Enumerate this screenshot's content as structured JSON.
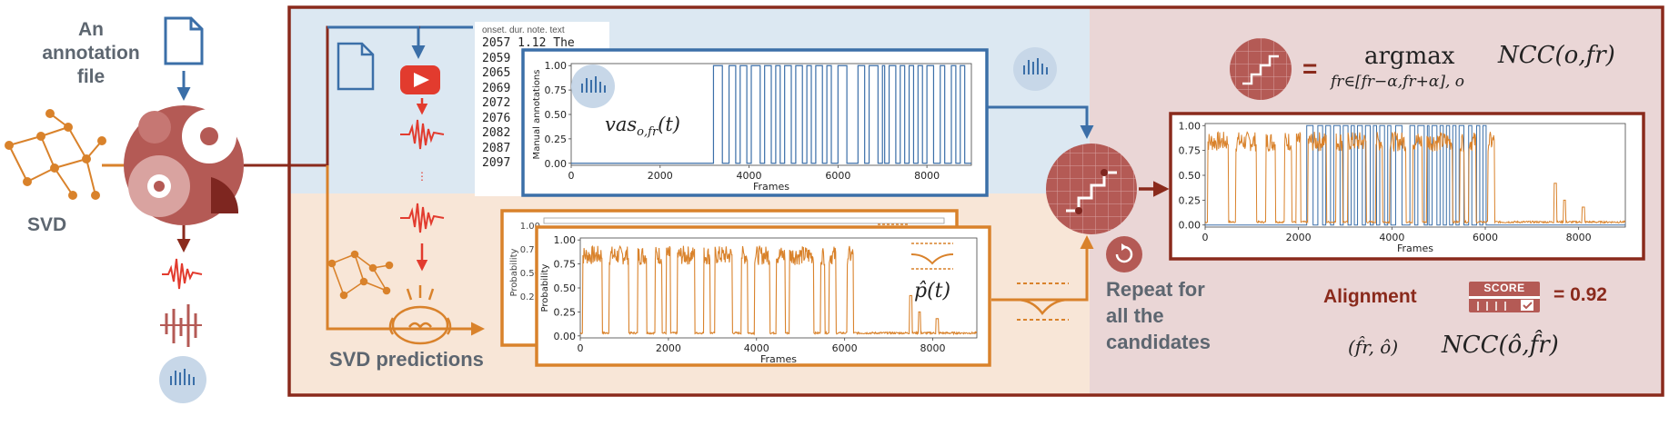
{
  "left": {
    "annotation_file_label": "An\nannotation\nfile",
    "svd_label": "SVD"
  },
  "annotation_table": {
    "header": "onset. dur. note. text",
    "rows": [
      "2057 1.12 The",
      "2059",
      "2065",
      "2069",
      "2072",
      "2076",
      "2082",
      "2087",
      "2097"
    ]
  },
  "vas_plot": {
    "ylabel": "Manual annotations",
    "xlabel": "Frames",
    "yticks": [
      "0.00",
      "0.25",
      "0.50",
      "0.75",
      "1.00"
    ],
    "xticks": [
      "0",
      "2000",
      "4000",
      "6000",
      "8000"
    ],
    "formula": "vas",
    "formula_sub": "o,fr",
    "formula_arg": "(t)"
  },
  "prob_plot": {
    "ylabel": "Probability",
    "xlabel": "Frames",
    "yticks": [
      "0.00",
      "0.25",
      "0.50",
      "0.75",
      "1.00"
    ],
    "xticks": [
      "0",
      "2000",
      "4000",
      "6000",
      "8000"
    ],
    "formula": "p̂(t)",
    "back_ylabel": "Probability",
    "back_yticks": [
      "1.00",
      "0.75",
      "0.50",
      "0.25"
    ]
  },
  "svd_predictions_label": "SVD predictions",
  "repeat_label": "Repeat for\nall the\ncandidates",
  "right": {
    "argmax_word": "argmax",
    "argmax_sub": "fr∈[fr−α,fr+α],  o",
    "ncc": "NCC(o,fr)",
    "equals": "=",
    "alignment_label": "Alignment",
    "score_badge": "SCORE",
    "score_value": "= 0.92",
    "result_tuple": "(f̂r, ô)",
    "result_ncc": "NCC(ô,f̂r)"
  },
  "overlay_plot": {
    "xlabel": "Frames",
    "yticks": [
      "0.00",
      "0.25",
      "0.50",
      "0.75",
      "1.00"
    ],
    "xticks": [
      "0",
      "2000",
      "4000",
      "6000",
      "8000"
    ]
  },
  "colors": {
    "frame_red": "#8a2a1c",
    "blue": "#3b6fa8",
    "orange": "#d9822b",
    "blue_bg": "#dce8f2",
    "orange_bg": "#f8e6d7",
    "pink_bg": "#ead6d6",
    "red": "#e23b2e",
    "gray_text": "#5d6670"
  },
  "chart_data": [
    {
      "type": "line",
      "ylabel": "Manual annotations",
      "xlabel": "Frames",
      "xlim": [
        0,
        9000
      ],
      "ylim": [
        0,
        1
      ],
      "segments_on": [
        [
          3200,
          3400
        ],
        [
          3550,
          3700
        ],
        [
          3800,
          3950
        ],
        [
          4050,
          4250
        ],
        [
          4350,
          4500
        ],
        [
          4600,
          4700
        ],
        [
          4800,
          4950
        ],
        [
          5050,
          5200
        ],
        [
          5300,
          5400
        ],
        [
          5500,
          5650
        ],
        [
          5750,
          5850
        ],
        [
          6000,
          6200
        ],
        [
          6450,
          6600
        ],
        [
          6700,
          6900
        ],
        [
          7000,
          7050
        ],
        [
          7150,
          7300
        ],
        [
          7400,
          7500
        ],
        [
          7600,
          7700
        ],
        [
          7800,
          7900
        ],
        [
          8000,
          8150
        ],
        [
          8300,
          8400
        ],
        [
          8550,
          8650
        ],
        [
          8750,
          8850
        ]
      ]
    },
    {
      "type": "line",
      "ylabel": "Probability",
      "xlabel": "Frames",
      "xlim": [
        0,
        9000
      ],
      "ylim": [
        0,
        1
      ],
      "segments_high": [
        [
          50,
          500
        ],
        [
          650,
          1100
        ],
        [
          1300,
          1500
        ],
        [
          1700,
          1850
        ],
        [
          1950,
          2050
        ],
        [
          2200,
          2600
        ],
        [
          2800,
          2950
        ],
        [
          3050,
          3450
        ],
        [
          3650,
          3800
        ],
        [
          3950,
          4300
        ],
        [
          4450,
          4650
        ],
        [
          4750,
          5300
        ],
        [
          5450,
          5550
        ],
        [
          5650,
          5800
        ],
        [
          6050,
          6200
        ]
      ],
      "spikes": [
        [
          7500,
          0.42
        ],
        [
          7700,
          0.25
        ],
        [
          8100,
          0.18
        ]
      ]
    },
    {
      "type": "line",
      "xlabel": "Frames",
      "xlim": [
        0,
        9000
      ],
      "ylim": [
        0,
        1
      ],
      "note": "overlay of manual annotations and probability"
    }
  ]
}
